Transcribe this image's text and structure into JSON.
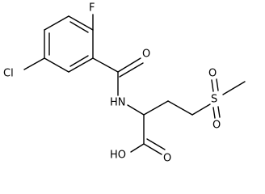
{
  "molecule": {
    "atoms": {
      "f": "F",
      "cl": "Cl",
      "o_amide": "O",
      "nh": "HN",
      "s": "S",
      "o_s_upper": "O",
      "o_s_lower": "O",
      "o_acid": "O",
      "oh": "HO"
    }
  }
}
